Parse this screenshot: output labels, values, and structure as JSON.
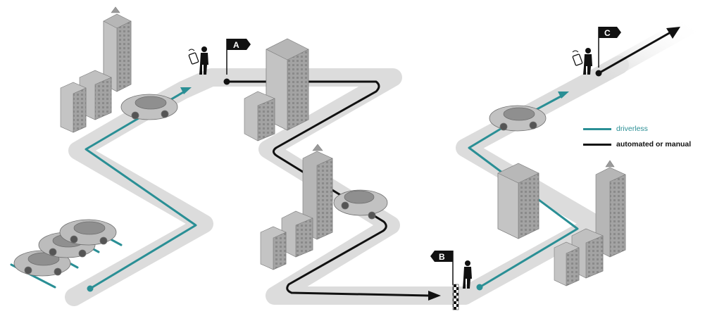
{
  "colors": {
    "driverless": "#2a8f95",
    "manual": "#111111",
    "road": "#dcdcdc",
    "building": "#9a9a9a",
    "car": "#bdbdbd"
  },
  "flags": {
    "a": "A",
    "b": "B",
    "c": "C"
  },
  "legend": {
    "driverless": "driverless",
    "automated": "automated or manual"
  },
  "icons": {
    "pedestrian": "person-icon",
    "smartphone": "smartphone-icon",
    "finish": "checkered-flag-icon"
  }
}
